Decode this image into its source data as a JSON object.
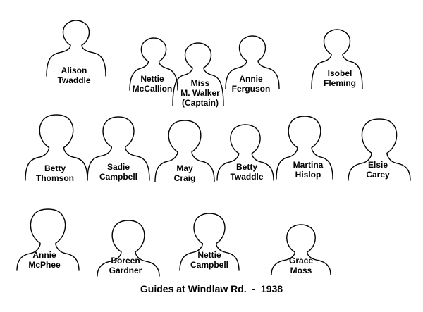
{
  "people": [
    {
      "id": "alison-twaddle",
      "lines": [
        "Alison",
        "Twaddle"
      ]
    },
    {
      "id": "nettie-mccallion",
      "lines": [
        "Nettie",
        "McCallion"
      ]
    },
    {
      "id": "miss-m-walker",
      "lines": [
        "Miss",
        "M. Walker",
        "(Captain)"
      ]
    },
    {
      "id": "annie-ferguson",
      "lines": [
        "Annie",
        "Ferguson"
      ]
    },
    {
      "id": "isobel-fleming",
      "lines": [
        "Isobel",
        "Fleming"
      ]
    },
    {
      "id": "betty-thomson",
      "lines": [
        "Betty",
        "Thomson"
      ]
    },
    {
      "id": "sadie-campbell",
      "lines": [
        "Sadie",
        "Campbell"
      ]
    },
    {
      "id": "may-craig",
      "lines": [
        "May",
        "Craig"
      ]
    },
    {
      "id": "betty-twaddle",
      "lines": [
        "Betty",
        "Twaddle"
      ]
    },
    {
      "id": "martina-hislop",
      "lines": [
        "Martina",
        "Hislop"
      ]
    },
    {
      "id": "elsie-carey",
      "lines": [
        "Elsie",
        "Carey"
      ]
    },
    {
      "id": "annie-mcphee",
      "lines": [
        "Annie",
        "McPhee"
      ]
    },
    {
      "id": "doreen-gardner",
      "lines": [
        "Doreen",
        "Gardner"
      ]
    },
    {
      "id": "nettie-campbell",
      "lines": [
        "Nettie",
        "Campbell"
      ]
    },
    {
      "id": "grace-moss",
      "lines": [
        "Grace",
        "Moss"
      ]
    }
  ],
  "caption": "Guides at Windlaw Rd.  -  1938"
}
